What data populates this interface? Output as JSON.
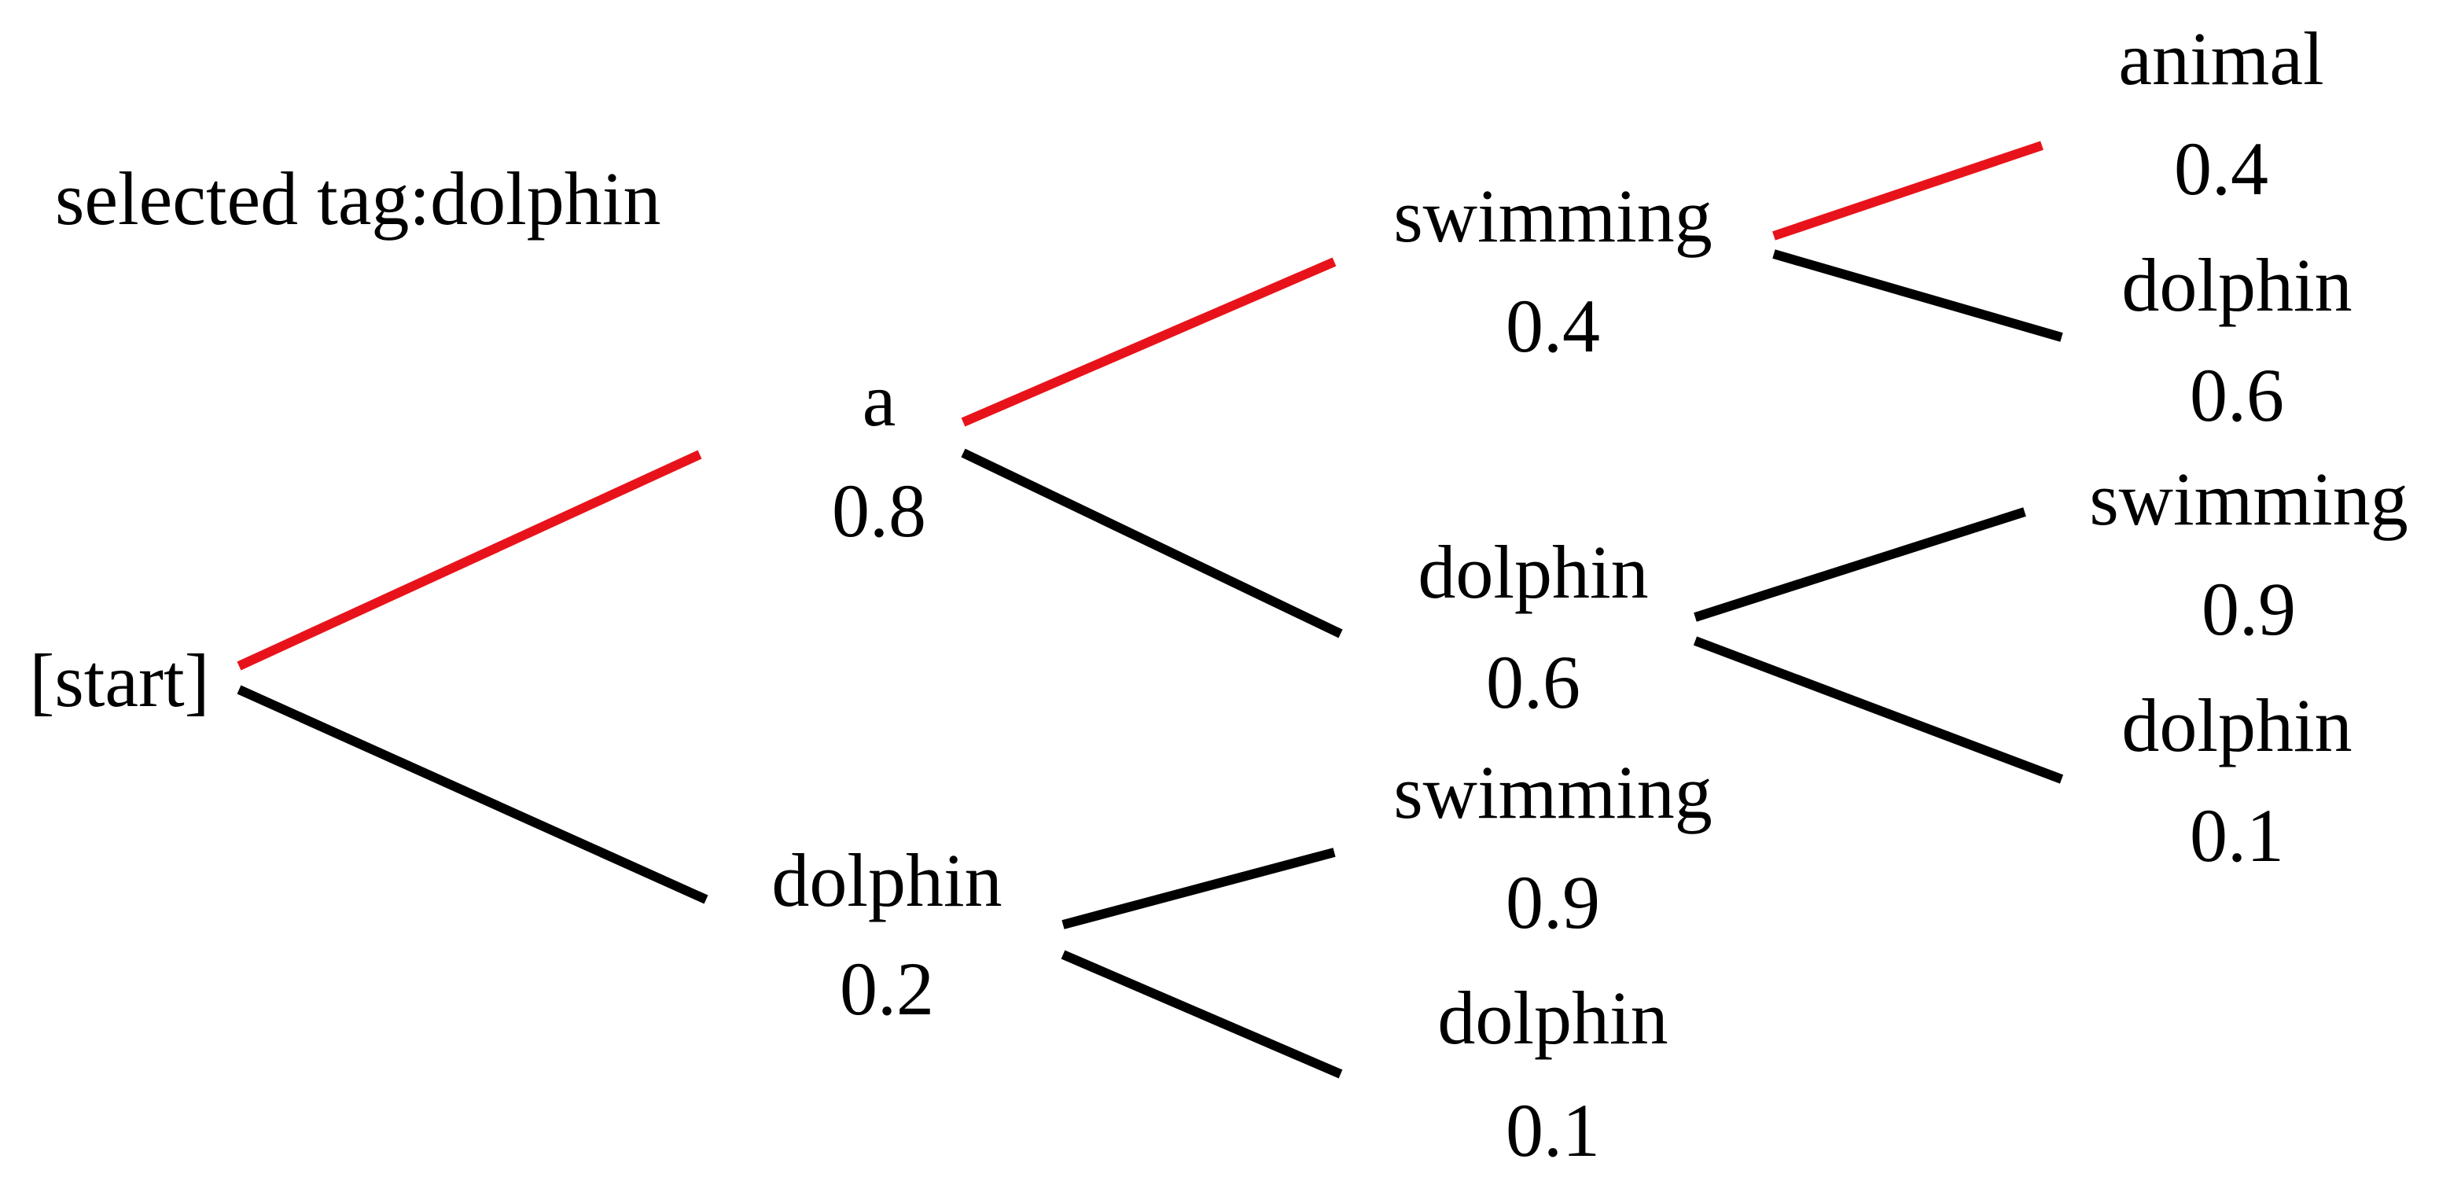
{
  "caption": "selected tag:dolphin",
  "colors": {
    "selected_path": "#e8131a",
    "edge": "#000000",
    "text": "#000000"
  },
  "nodes": {
    "start": {
      "word": "[start]"
    },
    "a": {
      "word": "a",
      "prob": "0.8"
    },
    "dolphin_1": {
      "word": "dolphin",
      "prob": "0.2"
    },
    "swimming_a": {
      "word": "swimming",
      "prob": "0.4"
    },
    "dolphin_a": {
      "word": "dolphin",
      "prob": "0.6"
    },
    "swimming_d": {
      "word": "swimming",
      "prob": "0.9"
    },
    "dolphin_d": {
      "word": "dolphin",
      "prob": "0.1"
    },
    "animal_s": {
      "word": "animal",
      "prob": "0.4"
    },
    "dolphin_s": {
      "word": "dolphin",
      "prob": "0.6"
    },
    "swimming_ad": {
      "word": "swimming",
      "prob": "0.9"
    },
    "dolphin_ad": {
      "word": "dolphin",
      "prob": "0.1"
    }
  },
  "edges": [
    {
      "from": "start",
      "to": "a",
      "selected": true
    },
    {
      "from": "start",
      "to": "dolphin_1",
      "selected": false
    },
    {
      "from": "a",
      "to": "swimming_a",
      "selected": true
    },
    {
      "from": "a",
      "to": "dolphin_a",
      "selected": false
    },
    {
      "from": "swimming_a",
      "to": "animal_s",
      "selected": true
    },
    {
      "from": "swimming_a",
      "to": "dolphin_s",
      "selected": false
    },
    {
      "from": "dolphin_a",
      "to": "swimming_ad",
      "selected": false
    },
    {
      "from": "dolphin_a",
      "to": "dolphin_ad",
      "selected": false
    },
    {
      "from": "dolphin_1",
      "to": "swimming_d",
      "selected": false
    },
    {
      "from": "dolphin_1",
      "to": "dolphin_d",
      "selected": false
    }
  ]
}
